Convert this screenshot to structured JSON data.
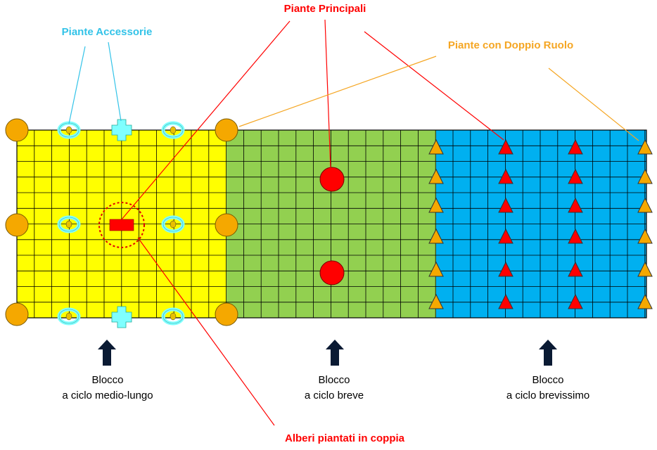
{
  "labels": {
    "piante_accessorie": "Piante Accessorie",
    "piante_principali": "Piante Principali",
    "piante_doppio_ruolo": "Piante con Doppio Ruolo",
    "alberi_coppia": "Alberi piantati in coppia"
  },
  "blocks": [
    {
      "line1": "Blocco",
      "line2": "a ciclo medio-lungo",
      "fill": "#ffff00"
    },
    {
      "line1": "Blocco",
      "line2": "a ciclo breve",
      "fill": "#92d050"
    },
    {
      "line1": "Blocco",
      "line2": "a ciclo brevissimo",
      "fill": "#00b0f0"
    }
  ],
  "colors": {
    "accessorie": "#33c3e8",
    "principali": "#ff0000",
    "doppio_ruolo": "#f5a623",
    "orange_plant": "#f5a800",
    "cyan_plant": "#7fffff",
    "arrow": "#0a1a33"
  },
  "icons": [
    "up-arrow-icon",
    "circle-plant-icon",
    "ring-plant-icon",
    "cross-plant-icon",
    "triangle-plant-icon",
    "rectangle-plant-icon"
  ]
}
